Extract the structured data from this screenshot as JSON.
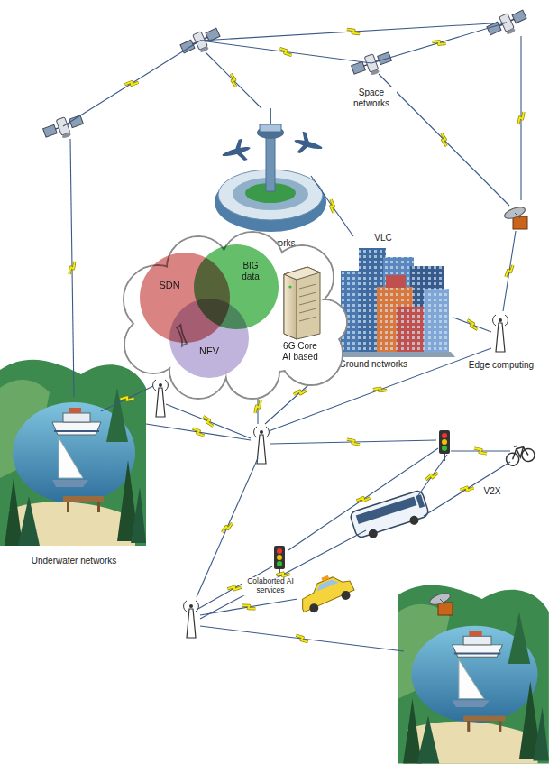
{
  "diagram": {
    "nodes": [
      {
        "text": [
          "6G Core AI based"
        ]
      },
      {
        "text": [
          "SDN"
        ],
        "in": 0
      },
      {
        "text": [
          "BIG data"
        ],
        "in": 0
      },
      {
        "text": [
          "NFV"
        ],
        "in": 0
      }
    ],
    "labels": [
      "Space networks",
      "Air networks",
      "VLC",
      "Ground networks",
      "Edge computing",
      "Underwater networks",
      "V2X",
      "Colaborted AI services"
    ]
  }
}
